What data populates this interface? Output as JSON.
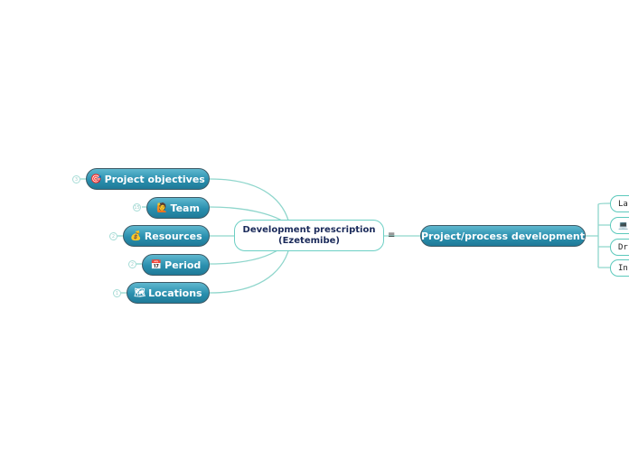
{
  "center": {
    "line1": "Development prescription",
    "line2": "(Ezetemibe)"
  },
  "left_nodes": [
    {
      "label": "Project objectives",
      "icon": "🎯",
      "count": "3"
    },
    {
      "label": "Team",
      "icon": "🙋",
      "count": "15"
    },
    {
      "label": "Resources",
      "icon": "💰",
      "count": "2"
    },
    {
      "label": "Period",
      "icon": "📅",
      "count": "2"
    },
    {
      "label": "Locations",
      "icon": "🗺",
      "count": "1"
    }
  ],
  "right_node": {
    "label": "Project/process development",
    "menu_icon": "≡"
  },
  "sub_nodes": [
    {
      "label": "La"
    },
    {
      "label": "💻"
    },
    {
      "label": "Dr"
    },
    {
      "label": "In"
    }
  ]
}
